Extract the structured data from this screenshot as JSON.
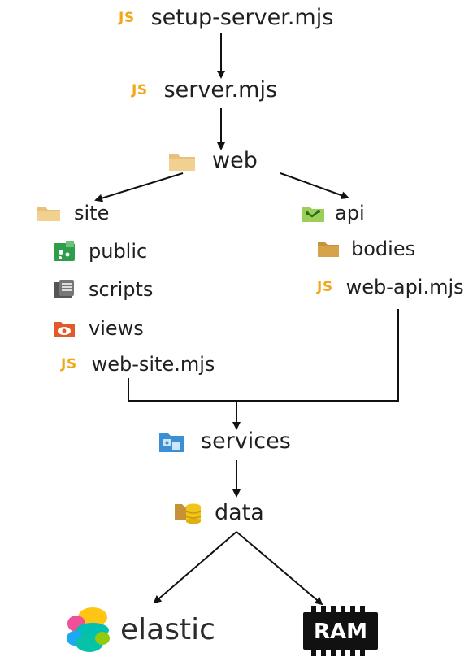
{
  "nodes": {
    "setup_server": {
      "badge": "JS",
      "label": "setup-server.mjs"
    },
    "server": {
      "badge": "JS",
      "label": "server.mjs"
    },
    "web": {
      "label": "web"
    },
    "site": {
      "label": "site"
    },
    "public": {
      "label": "public"
    },
    "scripts": {
      "label": "scripts"
    },
    "views": {
      "label": "views"
    },
    "web_site": {
      "badge": "JS",
      "label": "web-site.mjs"
    },
    "api": {
      "label": "api"
    },
    "bodies": {
      "label": "bodies"
    },
    "web_api": {
      "badge": "JS",
      "label": "web-api.mjs"
    },
    "services": {
      "label": "services"
    },
    "data": {
      "label": "data"
    },
    "elastic": {
      "label": "elastic"
    },
    "ram": {
      "label": "RAM"
    }
  },
  "icons": {
    "js": "js-file-icon",
    "folder": "folder-icon",
    "public": "public-folder-icon",
    "scripts": "scripts-folder-icon",
    "views": "views-folder-icon",
    "api": "api-folder-icon",
    "bodies": "bodies-folder-icon",
    "services": "services-folder-icon",
    "data": "data-folder-icon",
    "elastic": "elastic-logo-icon",
    "ram": "ram-chip-icon"
  },
  "colors": {
    "js": "#f2a81d",
    "folder": "#e8c07a",
    "arrow": "#111111",
    "public": "#2e9e4a",
    "views": "#e05a2b",
    "services": "#3b8fd4",
    "data": "#f0c419"
  }
}
